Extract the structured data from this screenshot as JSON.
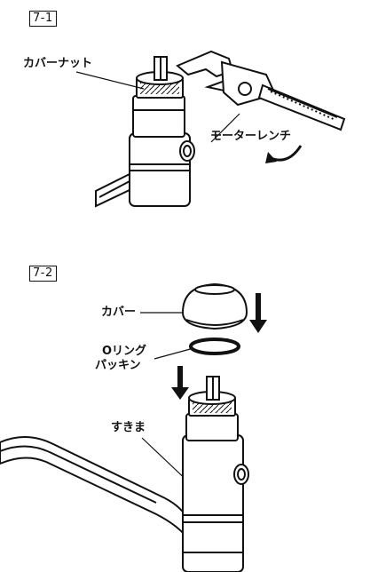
{
  "step1": {
    "box_label": "7-1",
    "cover_nut_label": "カバーナット",
    "wrench_label": "モーターレンチ"
  },
  "step2": {
    "box_label": "7-2",
    "cover_label": "カバー",
    "oring_label_line1": "Oリング",
    "oring_label_line2": "パッキン",
    "gap_label": "すきま"
  }
}
